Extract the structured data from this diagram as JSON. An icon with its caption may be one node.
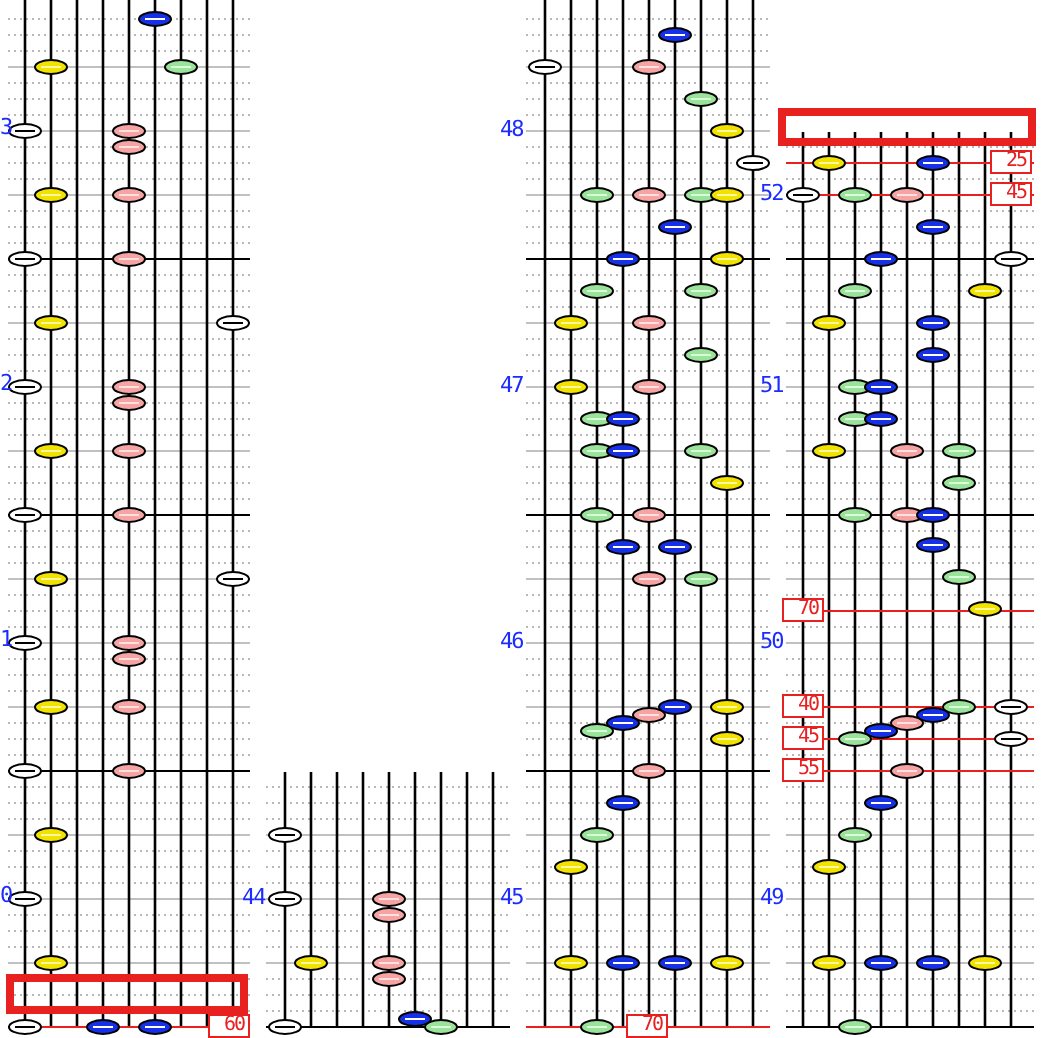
{
  "diagram": {
    "labels": [
      "3",
      "2",
      "1",
      "0",
      "60",
      "44",
      "48",
      "47",
      "46",
      "45",
      "70",
      "25",
      "45",
      "52",
      "51",
      "70",
      "50",
      "40",
      "45",
      "55",
      "49"
    ]
  }
}
